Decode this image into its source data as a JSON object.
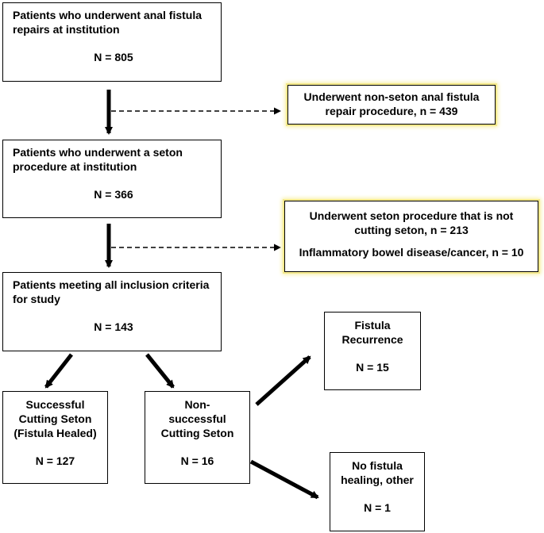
{
  "boxes": {
    "total": {
      "line1": "Patients who underwent anal fistula",
      "line2": "repairs at institution",
      "n": "N = 805"
    },
    "nonseton": {
      "line1": "Underwent non-seton anal fistula",
      "line2": "repair procedure, n = 439"
    },
    "seton": {
      "line1": "Patients who underwent a seton",
      "line2": "procedure at institution",
      "n": "N = 366"
    },
    "excluded": {
      "line1": "Underwent seton procedure that is not",
      "line2": "cutting seton, n = 213",
      "line3": "Inflammatory bowel disease/cancer, n = 10"
    },
    "included": {
      "line1": "Patients meeting all inclusion criteria",
      "line2": "for study",
      "n": "N = 143"
    },
    "successful": {
      "line1": "Successful",
      "line2": "Cutting Seton",
      "line3": "(Fistula Healed)",
      "n": "N = 127"
    },
    "nonsuccessful": {
      "line1": "Non-",
      "line2": "successful",
      "line3": "Cutting Seton",
      "n": "N = 16"
    },
    "recurrence": {
      "line1": "Fistula",
      "line2": "Recurrence",
      "n": "N = 15"
    },
    "nohealing": {
      "line1": "No fistula",
      "line2": "healing, other",
      "n": "N = 1"
    }
  },
  "colors": {
    "highlight": "#f4e98c",
    "stroke": "#000000"
  }
}
